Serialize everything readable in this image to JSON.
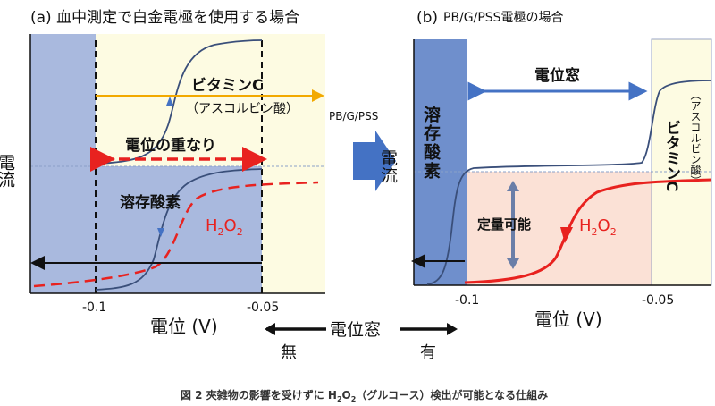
{
  "panel_a": {
    "title": "(a) 血中測定で白金電極を使用する場合",
    "y_axis_label": "電流",
    "x_axis_label": "電位 (V)",
    "x_ticks": [
      "-0.1",
      "-0.05"
    ],
    "vitamin_c_label": "ビタミンC",
    "vitamin_c_sub": "（アスコルビン酸）",
    "overlap_label": "電位の重なり",
    "oxygen_label": "溶存酸素",
    "h2o2_label": "H",
    "h2o2_sub_2a": "2",
    "h2o2_mid": "O",
    "h2o2_sub_2b": "2"
  },
  "arrow_middle": {
    "label": "PB/G/PSS"
  },
  "panel_b": {
    "title_prefix": "(b)",
    "title": "PB/G/PSS電極の場合",
    "y_axis_label": "電流",
    "x_axis_label": "電位 (V)",
    "x_ticks": [
      "-0.1",
      "-0.05"
    ],
    "window_label": "電位窓",
    "oxygen_label": "溶存酸素",
    "vitamin_c_label": "ビタミンC",
    "vitamin_c_sub": "（アスコルビン酸）",
    "quant_label": "定量可能",
    "h2o2_label": "H",
    "h2o2_sub_2a": "2",
    "h2o2_mid": "O",
    "h2o2_sub_2b": "2"
  },
  "window_scale": {
    "label": "電位窓",
    "none": "無",
    "has": "有"
  },
  "caption": {
    "prefix": "図 2  夾雑物の影響を受けずに H",
    "sub_2a": "2",
    "mid": "O",
    "sub_2b": "2",
    "suffix": "（グルコース）検出が可能となる仕組み"
  },
  "colors": {
    "blue_region": "#a9b9de",
    "blue_region_dark": "#6f8fcc",
    "yellow_region": "#fdfbe2",
    "pink_region": "#fbe1d6",
    "red_curve": "#e8221f",
    "orange_line": "#f2a900",
    "navy_curve": "#3a4f7a",
    "window_arrow": "#4472c4",
    "big_arrow": "#4472c4"
  }
}
